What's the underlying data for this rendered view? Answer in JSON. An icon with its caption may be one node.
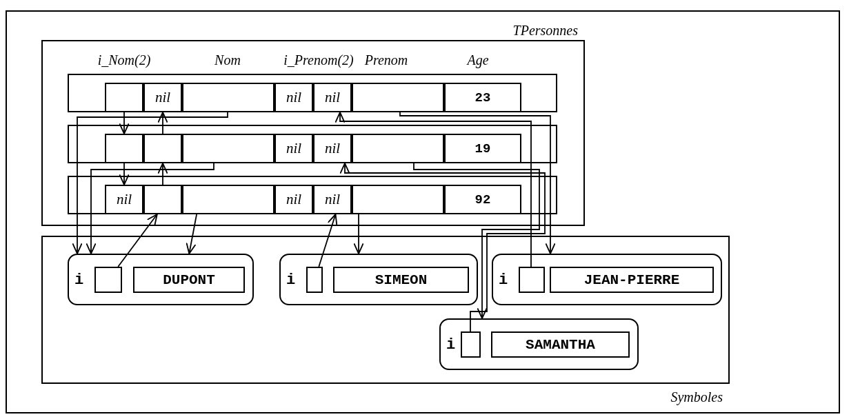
{
  "diagram": {
    "nodes": [
      {
        "text": [
          "TPersonnes"
        ]
      },
      {
        "text": [],
        "shape": "box",
        "in": 0
      },
      {
        "text": [],
        "shape": "box",
        "in": 1
      },
      {
        "text": [
          "nil"
        ],
        "in": 1
      },
      {
        "text": [],
        "shape": "box",
        "in": 1
      },
      {
        "text": [
          "nil"
        ],
        "in": 1
      },
      {
        "text": [
          "nil"
        ],
        "in": 1
      },
      {
        "text": [],
        "shape": "box",
        "in": 1
      },
      {
        "text": [
          "23"
        ],
        "in": 1
      },
      {
        "text": [],
        "shape": "box",
        "in": 0
      },
      {
        "text": [],
        "shape": "box",
        "in": 9
      },
      {
        "text": [],
        "shape": "box",
        "in": 9
      },
      {
        "text": [],
        "shape": "box",
        "in": 9
      },
      {
        "text": [
          "nil"
        ],
        "in": 9
      },
      {
        "text": [
          "nil"
        ],
        "in": 9
      },
      {
        "text": [],
        "shape": "box",
        "in": 9
      },
      {
        "text": [
          "19"
        ],
        "in": 9
      },
      {
        "text": [],
        "shape": "box",
        "in": 0
      },
      {
        "text": [
          "nil"
        ],
        "in": 17
      },
      {
        "text": [],
        "shape": "box",
        "in": 17
      },
      {
        "text": [],
        "shape": "box",
        "in": 17
      },
      {
        "text": [
          "nil"
        ],
        "in": 17
      },
      {
        "text": [
          "nil"
        ],
        "in": 17
      },
      {
        "text": [],
        "shape": "box",
        "in": 17
      },
      {
        "text": [
          "92"
        ],
        "in": 17
      },
      {
        "text": [
          "Symboles"
        ]
      },
      {
        "text": [
          "i"
        ],
        "in": 25
      },
      {
        "text": [],
        "shape": "box",
        "in": 26
      },
      {
        "text": [
          "DUPONT"
        ],
        "in": 26
      },
      {
        "text": [
          "i"
        ],
        "in": 25
      },
      {
        "text": [],
        "shape": "box",
        "in": 29
      },
      {
        "text": [
          "SIMEON"
        ],
        "in": 29
      },
      {
        "text": [
          "i"
        ],
        "in": 25
      },
      {
        "text": [],
        "shape": "box",
        "in": 32
      },
      {
        "text": [
          "JEAN-PIERRE"
        ],
        "in": 32
      },
      {
        "text": [
          "i"
        ],
        "in": 25
      },
      {
        "text": [],
        "shape": "box",
        "in": 35
      },
      {
        "text": [
          "SAMANTHA"
        ],
        "in": 35
      }
    ],
    "edges": [
      {
        "from": 2,
        "to": 10,
        "arrow": "to"
      },
      {
        "from": 10,
        "to": 18,
        "arrow": "to"
      },
      {
        "from": 11,
        "to": 3,
        "arrow": "to"
      },
      {
        "from": 19,
        "to": 11,
        "arrow": "to"
      },
      {
        "from": 27,
        "to": 19,
        "arrow": "to"
      },
      {
        "from": 4,
        "to": 26,
        "arrow": "to"
      },
      {
        "from": 12,
        "to": 26,
        "arrow": "to"
      },
      {
        "from": 20,
        "to": 26,
        "arrow": "to"
      },
      {
        "from": 23,
        "to": 29,
        "arrow": "to"
      },
      {
        "from": 30,
        "to": 22,
        "arrow": "to"
      },
      {
        "from": 7,
        "to": 32,
        "arrow": "to"
      },
      {
        "from": 33,
        "to": 6,
        "arrow": "to"
      },
      {
        "from": 15,
        "to": 35,
        "arrow": "to"
      },
      {
        "from": 36,
        "to": 14,
        "arrow": "to"
      }
    ],
    "labels": [
      "i_Nom(2)",
      "Nom",
      "i_Prenom(2)",
      "Prenom",
      "Age"
    ]
  }
}
